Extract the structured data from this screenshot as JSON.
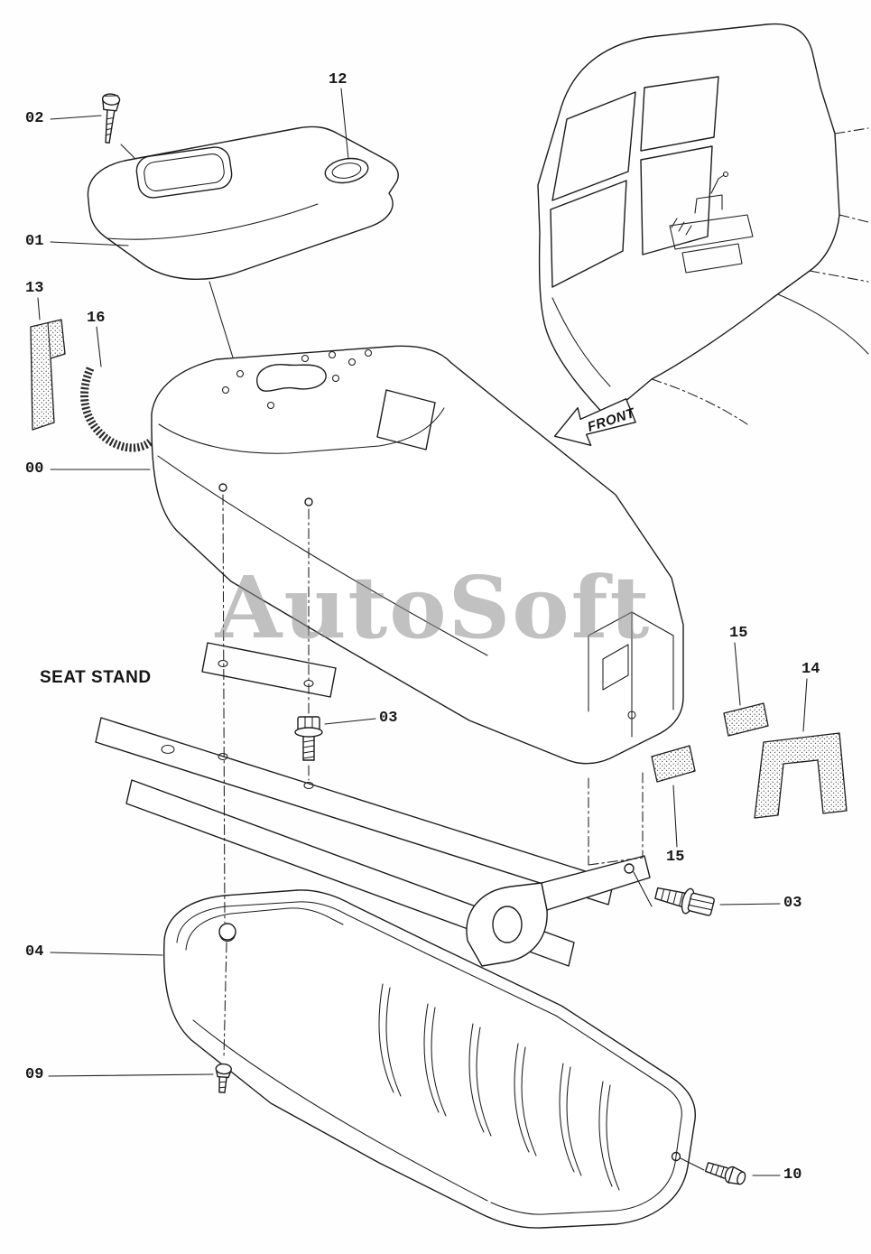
{
  "page": {
    "watermark": "AutoSoft"
  },
  "diagram": {
    "caption": "SEAT STAND",
    "front_arrow": "FRONT",
    "line_color": "#1c1c1c",
    "labels": [
      {
        "text": "02"
      },
      {
        "text": "12"
      },
      {
        "text": "01"
      },
      {
        "text": "13"
      },
      {
        "text": "16"
      },
      {
        "text": "00"
      },
      {
        "text": "03"
      },
      {
        "text": "15"
      },
      {
        "text": "14"
      },
      {
        "text": "15"
      },
      {
        "text": "03"
      },
      {
        "text": "04"
      },
      {
        "text": "09"
      },
      {
        "text": "10"
      }
    ]
  }
}
